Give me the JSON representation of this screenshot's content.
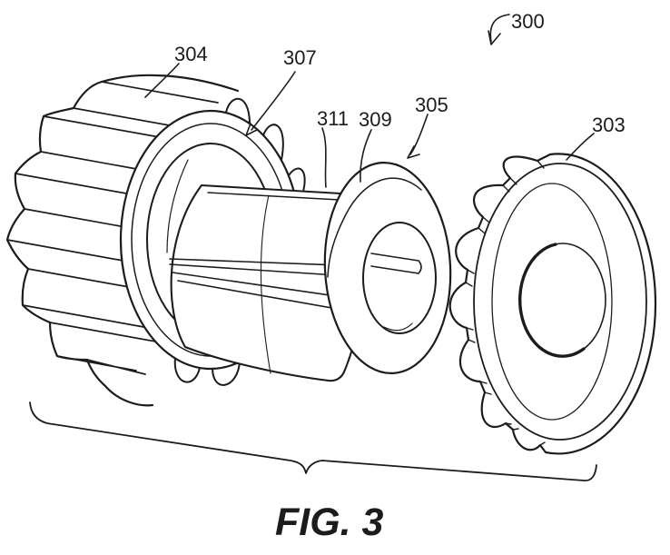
{
  "figure": {
    "caption": "FIG. 3",
    "labels": {
      "l300": "300",
      "l303": "303",
      "l304": "304",
      "l305": "305",
      "l307": "307",
      "l309": "309",
      "l311": "311"
    }
  },
  "colors": {
    "ink": "#1c1c1c",
    "paper": "#ffffff"
  }
}
